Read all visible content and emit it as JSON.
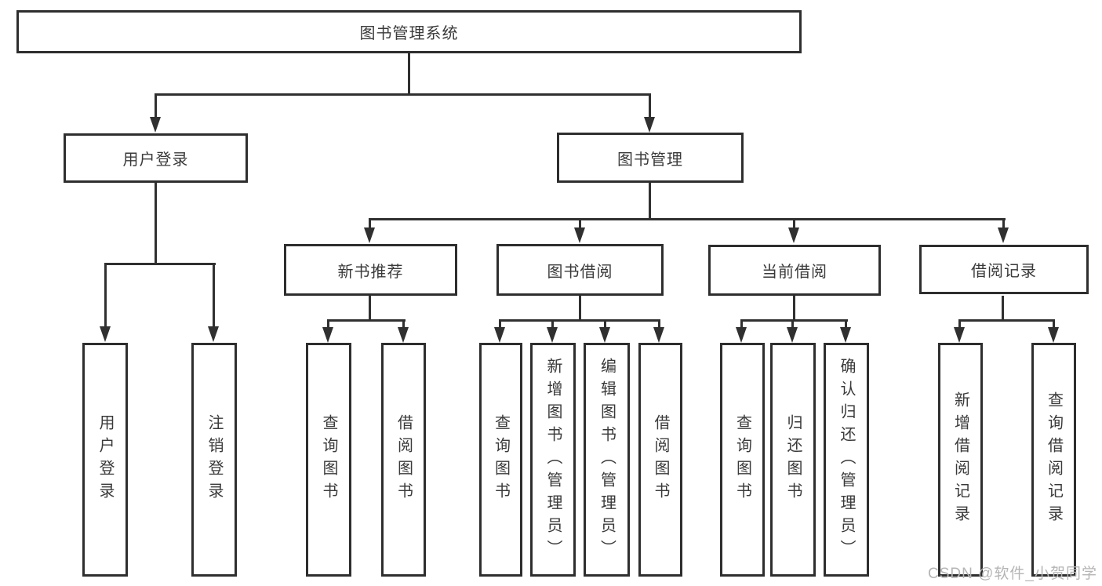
{
  "diagram": {
    "root": {
      "label": "图书管理系统"
    },
    "level1": [
      {
        "label": "用户登录"
      },
      {
        "label": "图书管理"
      }
    ],
    "level2": [
      {
        "label": "新书推荐"
      },
      {
        "label": "图书借阅"
      },
      {
        "label": "当前借阅"
      },
      {
        "label": "借阅记录"
      }
    ],
    "leaves": {
      "login": [
        "用户登录",
        "注销登录"
      ],
      "recommend": [
        "查询图书",
        "借阅图书"
      ],
      "borrow": [
        "查询图书",
        "新增图书（管理员）",
        "编辑图书（管理员）",
        "借阅图书"
      ],
      "current": [
        "查询图书",
        "归还图书",
        "确认归还（管理员）"
      ],
      "records": [
        "新增借阅记录",
        "查询借阅记录"
      ]
    }
  },
  "watermark": "CSDN @软件_小贺同学",
  "colors": {
    "line": "#303030",
    "text": "#3a3a3a",
    "box_border": "#2e2e2e",
    "background": "#ffffff",
    "watermark": "#b5b5b5"
  }
}
